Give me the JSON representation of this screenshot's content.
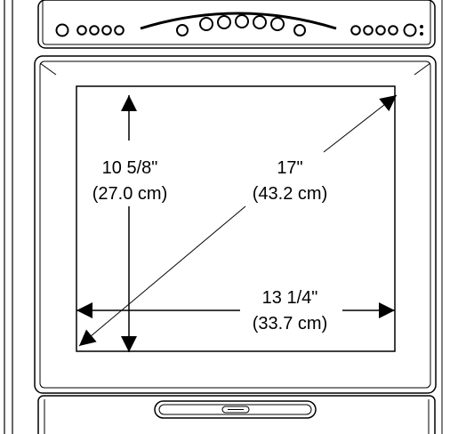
{
  "height_dimension": {
    "imperial": "10 5/8\"",
    "metric": "(27.0 cm)"
  },
  "diagonal_dimension": {
    "imperial": "17\"",
    "metric": "(43.2 cm)"
  },
  "width_dimension": {
    "imperial": "13 1/4\"",
    "metric": "(33.7 cm)"
  },
  "colors": {
    "line": "#000000",
    "background": "#ffffff"
  }
}
